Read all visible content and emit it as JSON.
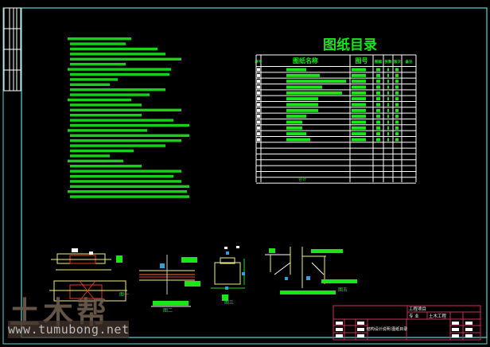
{
  "drawing_list": {
    "title": "图纸目录",
    "headers": [
      "序号",
      "图纸名称",
      "图号",
      "图幅",
      "张数",
      "版次",
      "备注"
    ],
    "row_count_filled": 13,
    "total_label": "合计"
  },
  "details": {
    "labels": [
      "图一",
      "图二",
      "图三",
      "图五"
    ]
  },
  "title_block": {
    "project_label": "工程项目",
    "discipline_label": "专 业",
    "discipline_value": "土木工程",
    "drawing_name": "结构设计说明 图纸目录"
  },
  "watermark": {
    "logo": "土木帮",
    "url": "www.tumubong.net"
  },
  "colors": {
    "frame": "#5fd7d7",
    "text": "#19e619",
    "table": "#ffffff",
    "title_block": "#c8305a"
  }
}
